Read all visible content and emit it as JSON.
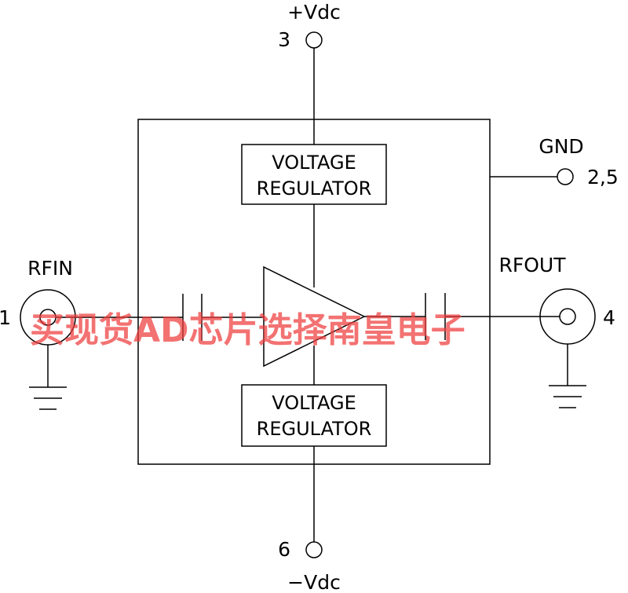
{
  "labels": {
    "vdc_pos": "+Vdc",
    "vdc_neg": "−Vdc",
    "gnd": "GND",
    "rfin": "RFIN",
    "rfout": "RFOUT"
  },
  "pins": {
    "vdc_pos": "3",
    "vdc_neg": "6",
    "gnd": "2,5",
    "rfin": "1",
    "rfout": "4"
  },
  "regulator_top": {
    "line1": "VOLTAGE",
    "line2": "REGULATOR"
  },
  "regulator_bottom": {
    "line1": "VOLTAGE",
    "line2": "REGULATOR"
  },
  "watermark": "买现货AD芯片选择南皇电子",
  "colors": {
    "line": "#000000",
    "watermark": "#ee3c3c"
  }
}
